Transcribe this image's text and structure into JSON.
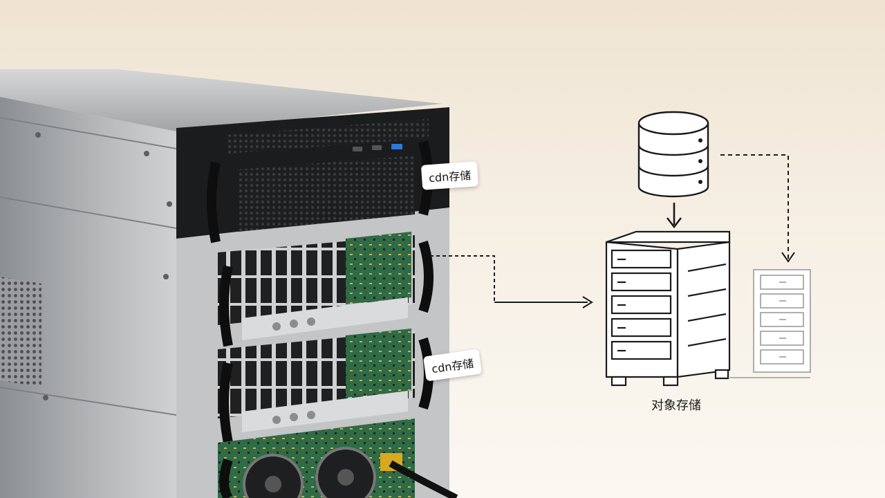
{
  "labels": {
    "server_tag_top": "cdn存储",
    "server_tag_bottom": "cdn存储",
    "object_storage": "对象存储"
  },
  "colors": {
    "background": "#f4ecdf",
    "chassis_silver": "#a9abad",
    "bezel_black": "#1b1c1e",
    "pcb_green": "#2f6b45",
    "line_art": "#1a1a1a",
    "usb_blue": "#2a7ad8"
  },
  "icons": [
    "database-icon",
    "server-rack-icon",
    "arrow-icon"
  ]
}
